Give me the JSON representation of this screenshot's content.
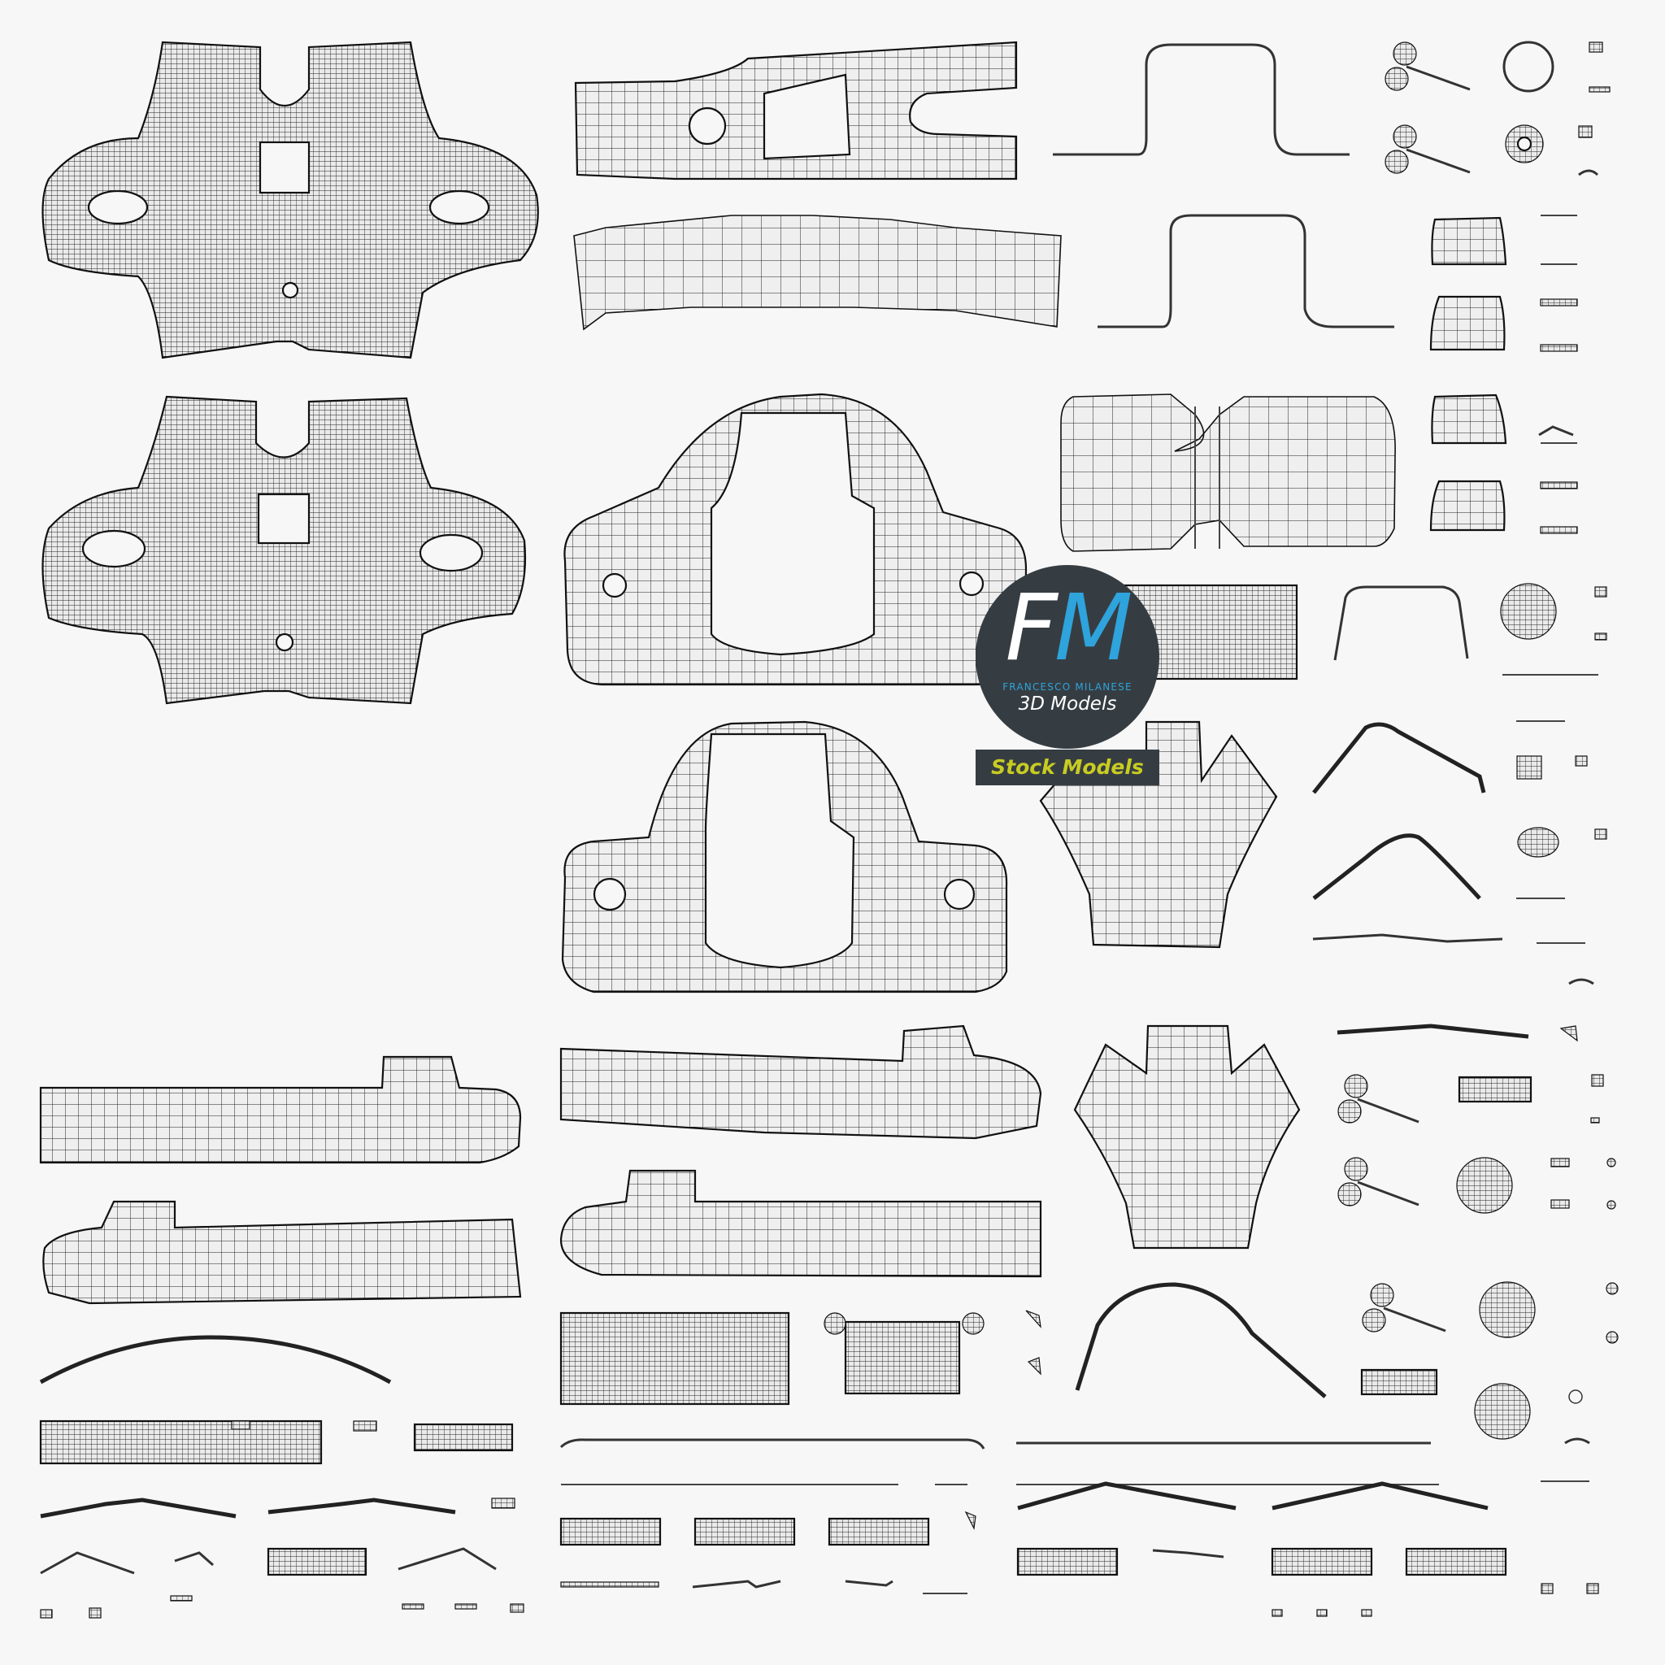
{
  "image": {
    "type": "UV layout wireframe sheet",
    "background": "#f7f7f7",
    "wire_color": "#111111",
    "fill_color": "#efefef"
  },
  "logo": {
    "initial_f": "F",
    "initial_m": "M",
    "name": "FRANCESCO MILANESE",
    "subtitle": "3D Models",
    "banner": "Stock Models",
    "colors": {
      "badge_bg": "#363d42",
      "f_color": "#ffffff",
      "m_color": "#2ea3dc",
      "name_color": "#2ea3dc",
      "banner_text": "#c8cc22"
    }
  },
  "islands": [
    {
      "name": "cross-bracket-top",
      "shape": "cross plate with slots"
    },
    {
      "name": "cross-bracket-bottom",
      "shape": "cross plate with slots"
    },
    {
      "name": "frame-arm-top",
      "shape": "arm with radial hole"
    },
    {
      "name": "frame-arm-left",
      "shape": "arm with radial hole"
    },
    {
      "name": "curved-band-top",
      "shape": "curved strip"
    },
    {
      "name": "curved-band-left",
      "shape": "curved strip"
    },
    {
      "name": "arch-mount-top",
      "shape": "arch with two bolt holes"
    },
    {
      "name": "arch-mount-bottom",
      "shape": "arch with two bolt holes"
    },
    {
      "name": "cylinder-body",
      "shape": "double barrel"
    },
    {
      "name": "y-piece-top",
      "shape": "Y shaped panel"
    },
    {
      "name": "y-piece-bottom",
      "shape": "Y shaped panel"
    },
    {
      "name": "long-rail-1",
      "shape": "long rail with tab"
    },
    {
      "name": "long-rail-2",
      "shape": "long rail with tab"
    },
    {
      "name": "long-rail-3",
      "shape": "long rail with tab"
    },
    {
      "name": "long-rail-4",
      "shape": "long rail with tab"
    },
    {
      "name": "small-parts",
      "shape": "pins, discs, caps, strips"
    }
  ]
}
